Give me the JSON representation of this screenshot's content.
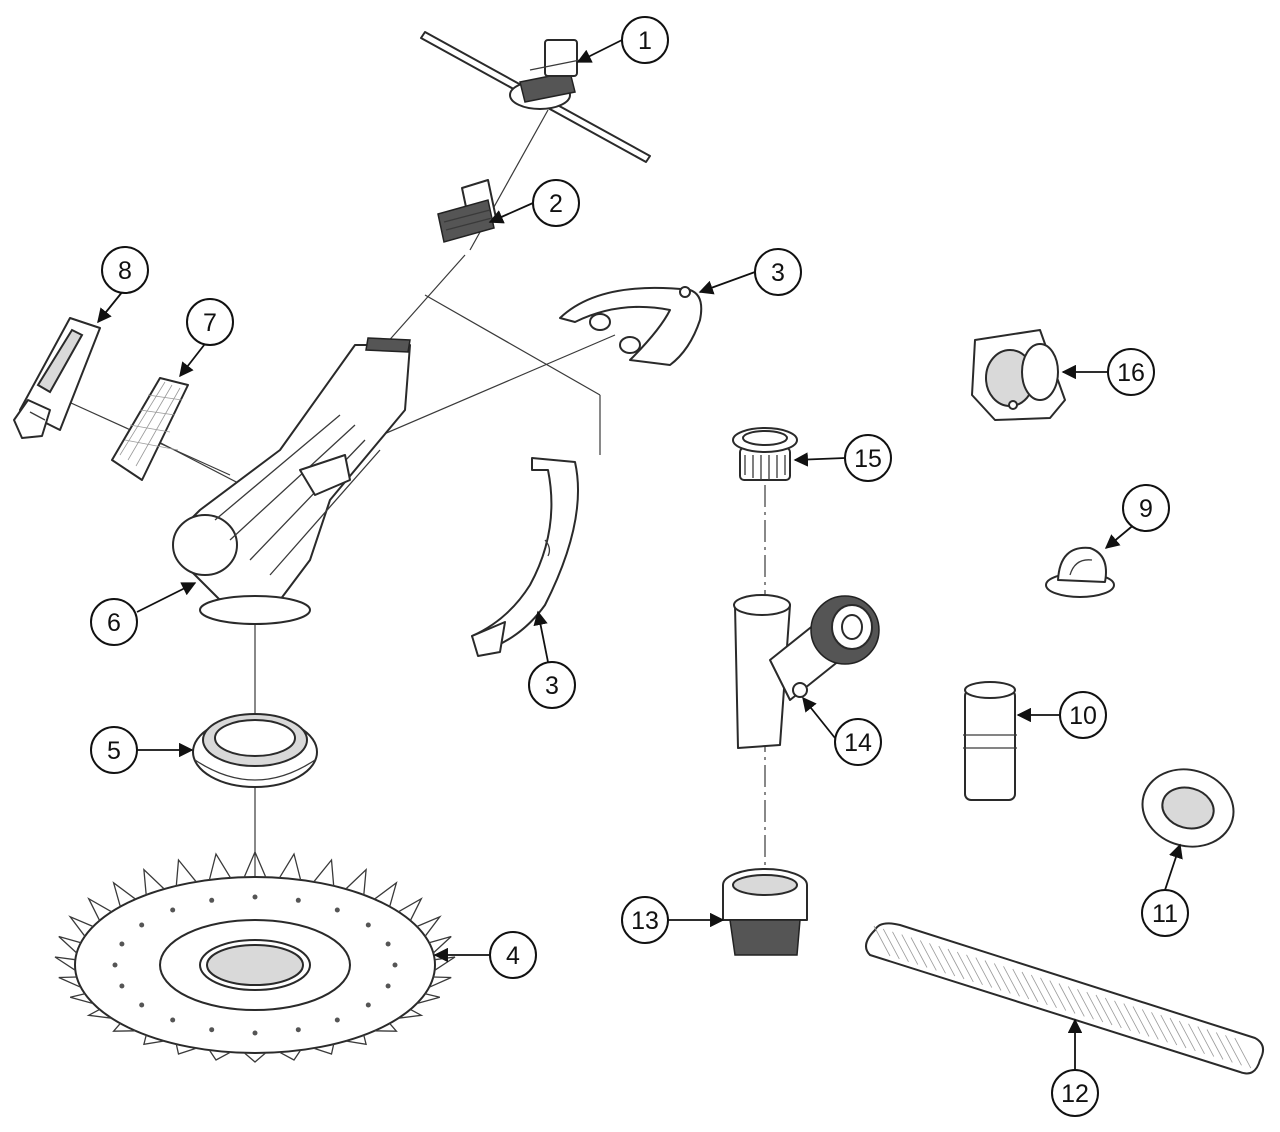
{
  "callouts": [
    {
      "id": "c1",
      "label": "1"
    },
    {
      "id": "c2",
      "label": "2"
    },
    {
      "id": "c3a",
      "label": "3"
    },
    {
      "id": "c3b",
      "label": "3"
    },
    {
      "id": "c4",
      "label": "4"
    },
    {
      "id": "c5",
      "label": "5"
    },
    {
      "id": "c6",
      "label": "6"
    },
    {
      "id": "c7",
      "label": "7"
    },
    {
      "id": "c8",
      "label": "8"
    },
    {
      "id": "c9",
      "label": "9"
    },
    {
      "id": "c10",
      "label": "10"
    },
    {
      "id": "c11",
      "label": "11"
    },
    {
      "id": "c12",
      "label": "12"
    },
    {
      "id": "c13",
      "label": "13"
    },
    {
      "id": "c14",
      "label": "14"
    },
    {
      "id": "c15",
      "label": "15"
    },
    {
      "id": "c16",
      "label": "16"
    }
  ]
}
